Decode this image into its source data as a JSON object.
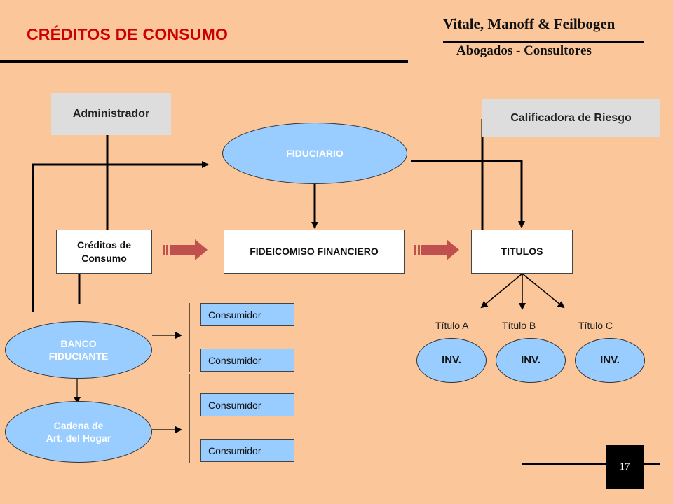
{
  "header": {
    "title": "CRÉDITOS DE CONSUMO",
    "firm_name": "Vitale, Manoff & Feilbogen",
    "firm_subtitle": "Abogados - Consultores"
  },
  "nodes": {
    "administrador": "Administrador",
    "calificadora": "Calificadora de Riesgo",
    "fiduciario": "FIDUCIARIO",
    "creditos_line1": "Créditos de",
    "creditos_line2": "Consumo",
    "fideicomiso": "FIDEICOMISO FINANCIERO",
    "titulos": "TITULOS",
    "banco_line1": "BANCO",
    "banco_line2": "FIDUCIANTE",
    "cadena_line1": "Cadena de",
    "cadena_line2": "Art. del Hogar"
  },
  "consumidores": [
    "Consumidor",
    "Consumidor",
    "Consumidor",
    "Consumidor"
  ],
  "titulos_tranches": [
    {
      "label": "Título A",
      "investor": "INV."
    },
    {
      "label": "Título B",
      "investor": "INV."
    },
    {
      "label": "Título C",
      "investor": "INV."
    }
  ],
  "page_number": "17",
  "colors": {
    "background": "#FBC79A",
    "title": "#CC0000",
    "ellipse_fill": "#99CCFF",
    "gray_box": "#DDDDDD",
    "arrow_fill": "#C0504D"
  }
}
